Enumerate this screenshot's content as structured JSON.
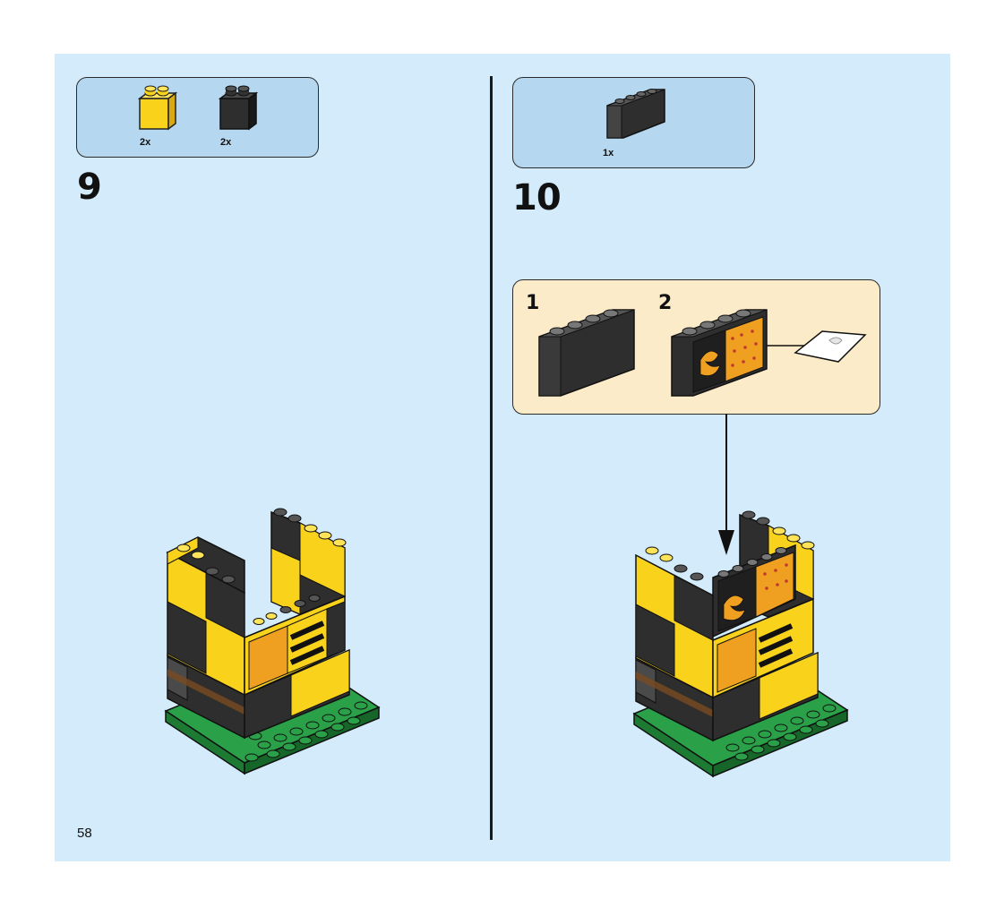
{
  "page_number": "58",
  "steps": [
    {
      "number": "9",
      "parts": [
        {
          "name": "yellow 1x2x2 brick",
          "qty": "2x",
          "color": "#f9d21c"
        },
        {
          "name": "black 1x2x2 brick",
          "qty": "2x",
          "color": "#2b2b2b"
        }
      ]
    },
    {
      "number": "10",
      "parts": [
        {
          "name": "black 1x4x2 panel",
          "qty": "1x",
          "color": "#2b2b2b"
        }
      ],
      "substeps": [
        {
          "number": "1"
        },
        {
          "number": "2"
        }
      ]
    }
  ],
  "colors": {
    "page_bg": "#d3ebfa",
    "parts_box": "#b5d7f0",
    "sub_box": "#fbebc8",
    "yellow": "#f9d21c",
    "black": "#2b2b2b",
    "green": "#1f8a3a",
    "orange": "#f0a020",
    "brown": "#7a4a22"
  }
}
